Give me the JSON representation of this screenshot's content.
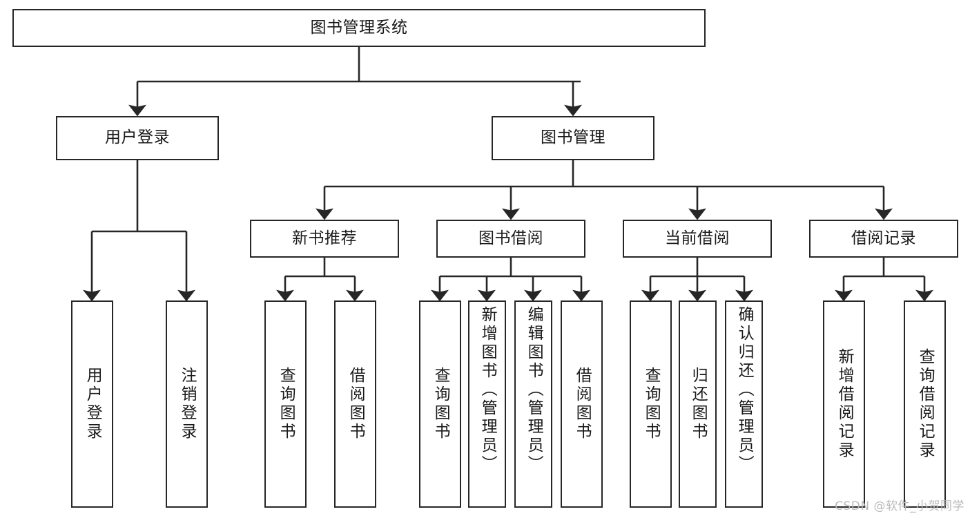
{
  "diagram": {
    "title": "图书管理系统",
    "type": "tree-hierarchy-chart",
    "watermark": "CSDN @软件_小贺同学",
    "colors": {
      "stroke": "#262626",
      "node_fill": "#ffffff",
      "text": "#1a1a1a",
      "watermark": "#b9b9b9",
      "background": "#ffffff"
    },
    "root": {
      "label": "图书管理系统"
    },
    "level2": [
      {
        "id": "user-login",
        "label": "用户登录"
      },
      {
        "id": "book-management",
        "label": "图书管理"
      }
    ],
    "level3": [
      {
        "id": "new-book-recommend",
        "label": "新书推荐"
      },
      {
        "id": "book-borrow",
        "label": "图书借阅"
      },
      {
        "id": "current-borrow",
        "label": "当前借阅"
      },
      {
        "id": "borrow-record",
        "label": "借阅记录"
      }
    ],
    "leaves": {
      "user_login": [
        {
          "id": "leaf-user-login",
          "label": "用户登录"
        },
        {
          "id": "leaf-logout-login",
          "label": "注销登录"
        }
      ],
      "new_book_recommend": [
        {
          "id": "leaf-query-book-1",
          "label": "查询图书"
        },
        {
          "id": "leaf-borrow-book-1",
          "label": "借阅图书"
        }
      ],
      "book_borrow": [
        {
          "id": "leaf-query-book-2",
          "label": "查询图书"
        },
        {
          "id": "leaf-add-book",
          "label": "新增图书（管理员）"
        },
        {
          "id": "leaf-edit-book",
          "label": "编辑图书（管理员）"
        },
        {
          "id": "leaf-borrow-book-2",
          "label": "借阅图书"
        }
      ],
      "current_borrow": [
        {
          "id": "leaf-query-book-3",
          "label": "查询图书"
        },
        {
          "id": "leaf-return-book",
          "label": "归还图书"
        },
        {
          "id": "leaf-confirm-return",
          "label": "确认归还（管理员）"
        }
      ],
      "borrow_record": [
        {
          "id": "leaf-add-record",
          "label": "新增借阅记录"
        },
        {
          "id": "leaf-query-record",
          "label": "查询借阅记录"
        }
      ]
    }
  }
}
